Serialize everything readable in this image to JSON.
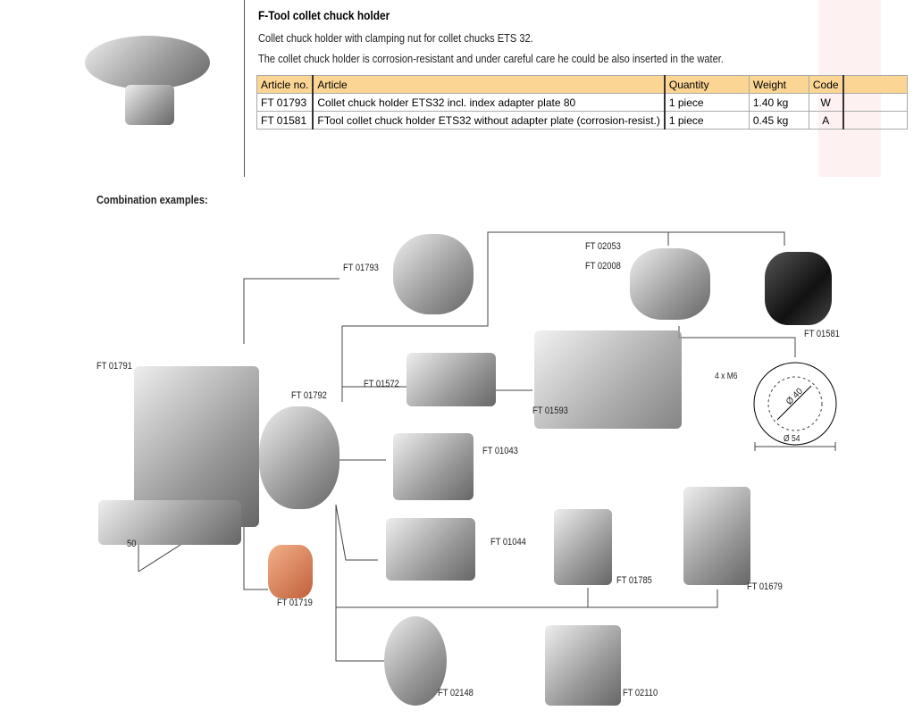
{
  "product": {
    "title": "F-Tool collet chuck holder",
    "desc1": "Collet chuck holder with clamping nut for collet chucks ETS 32.",
    "desc2": "The collet chuck holder is corrosion-resistant and under careful care he could be also inserted in the water."
  },
  "table": {
    "headers": [
      "Article no.",
      "Article",
      "Quantity",
      "Weight",
      "Code"
    ],
    "rows": [
      [
        "FT 01793",
        "Collet chuck holder ETS32 incl. index adapter plate 80",
        "1 piece",
        "1.40 kg",
        "W"
      ],
      [
        "FT 01581",
        "FTool collet chuck holder ETS32 without adapter plate (corrosion-resist.)",
        "1 piece",
        "0.45 kg",
        "A"
      ]
    ]
  },
  "combination_title": "Combination examples:",
  "labels": {
    "ft01793": "FT 01793",
    "ft02053": "FT 02053",
    "ft02008": "FT 02008",
    "ft01581": "FT 01581",
    "ft01791": "FT 01791",
    "ft01572": "FT 01572",
    "ft01792": "FT 01792",
    "ft01593": "FT 01593",
    "ft01043": "FT 01043",
    "ft01044": "FT 01044",
    "ft01785": "FT 01785",
    "ft01679": "FT 01679",
    "ft01719": "FT 01719",
    "ft02148": "FT 02148",
    "ft02110": "FT 02110",
    "dim50": "50",
    "m6": "4 x M6",
    "d40": "Ø 40",
    "d54": "Ø 54"
  }
}
